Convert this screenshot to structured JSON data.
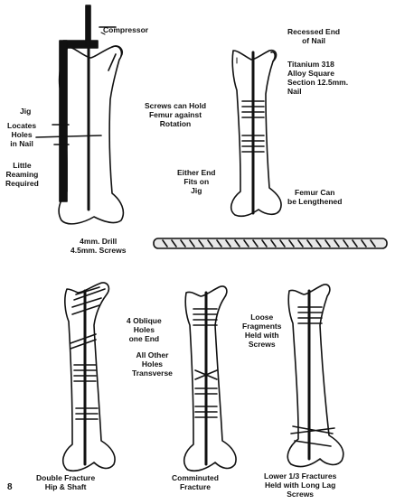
{
  "figure_number": "8",
  "labels": {
    "compressor": "Compressor",
    "jig": "Jig",
    "locates": [
      "Locates",
      "Holes",
      "in Nail"
    ],
    "reaming": [
      "Little",
      "Reaming",
      "Required"
    ],
    "drill": [
      "4mm. Drill",
      "4.5mm. Screws"
    ],
    "recessed": [
      "Recessed End",
      "of Nail"
    ],
    "titanium": [
      "Titanium 318",
      "Alloy Square",
      "Section 12.5mm.",
      "Nail"
    ],
    "screws_hold": [
      "Screws can Hold",
      "Femur against",
      "Rotation"
    ],
    "either_end": [
      "Either End",
      "Fits on",
      "Jig"
    ],
    "lengthened": [
      "Femur Can",
      "be Lengthened"
    ],
    "oblique": [
      "4 Oblique",
      "Holes",
      "one End"
    ],
    "transverse": [
      "All Other",
      "Holes",
      "Transverse"
    ],
    "loose": [
      "Loose",
      "Fragments",
      "Held with",
      "Screws"
    ],
    "caption_double": [
      "Double Fracture",
      "Hip & Shaft"
    ],
    "caption_comminuted": [
      "Comminuted",
      "Fracture"
    ],
    "caption_lower": [
      "Lower 1/3  Fractures",
      "Held with  Long  Lag",
      "Screws"
    ]
  }
}
